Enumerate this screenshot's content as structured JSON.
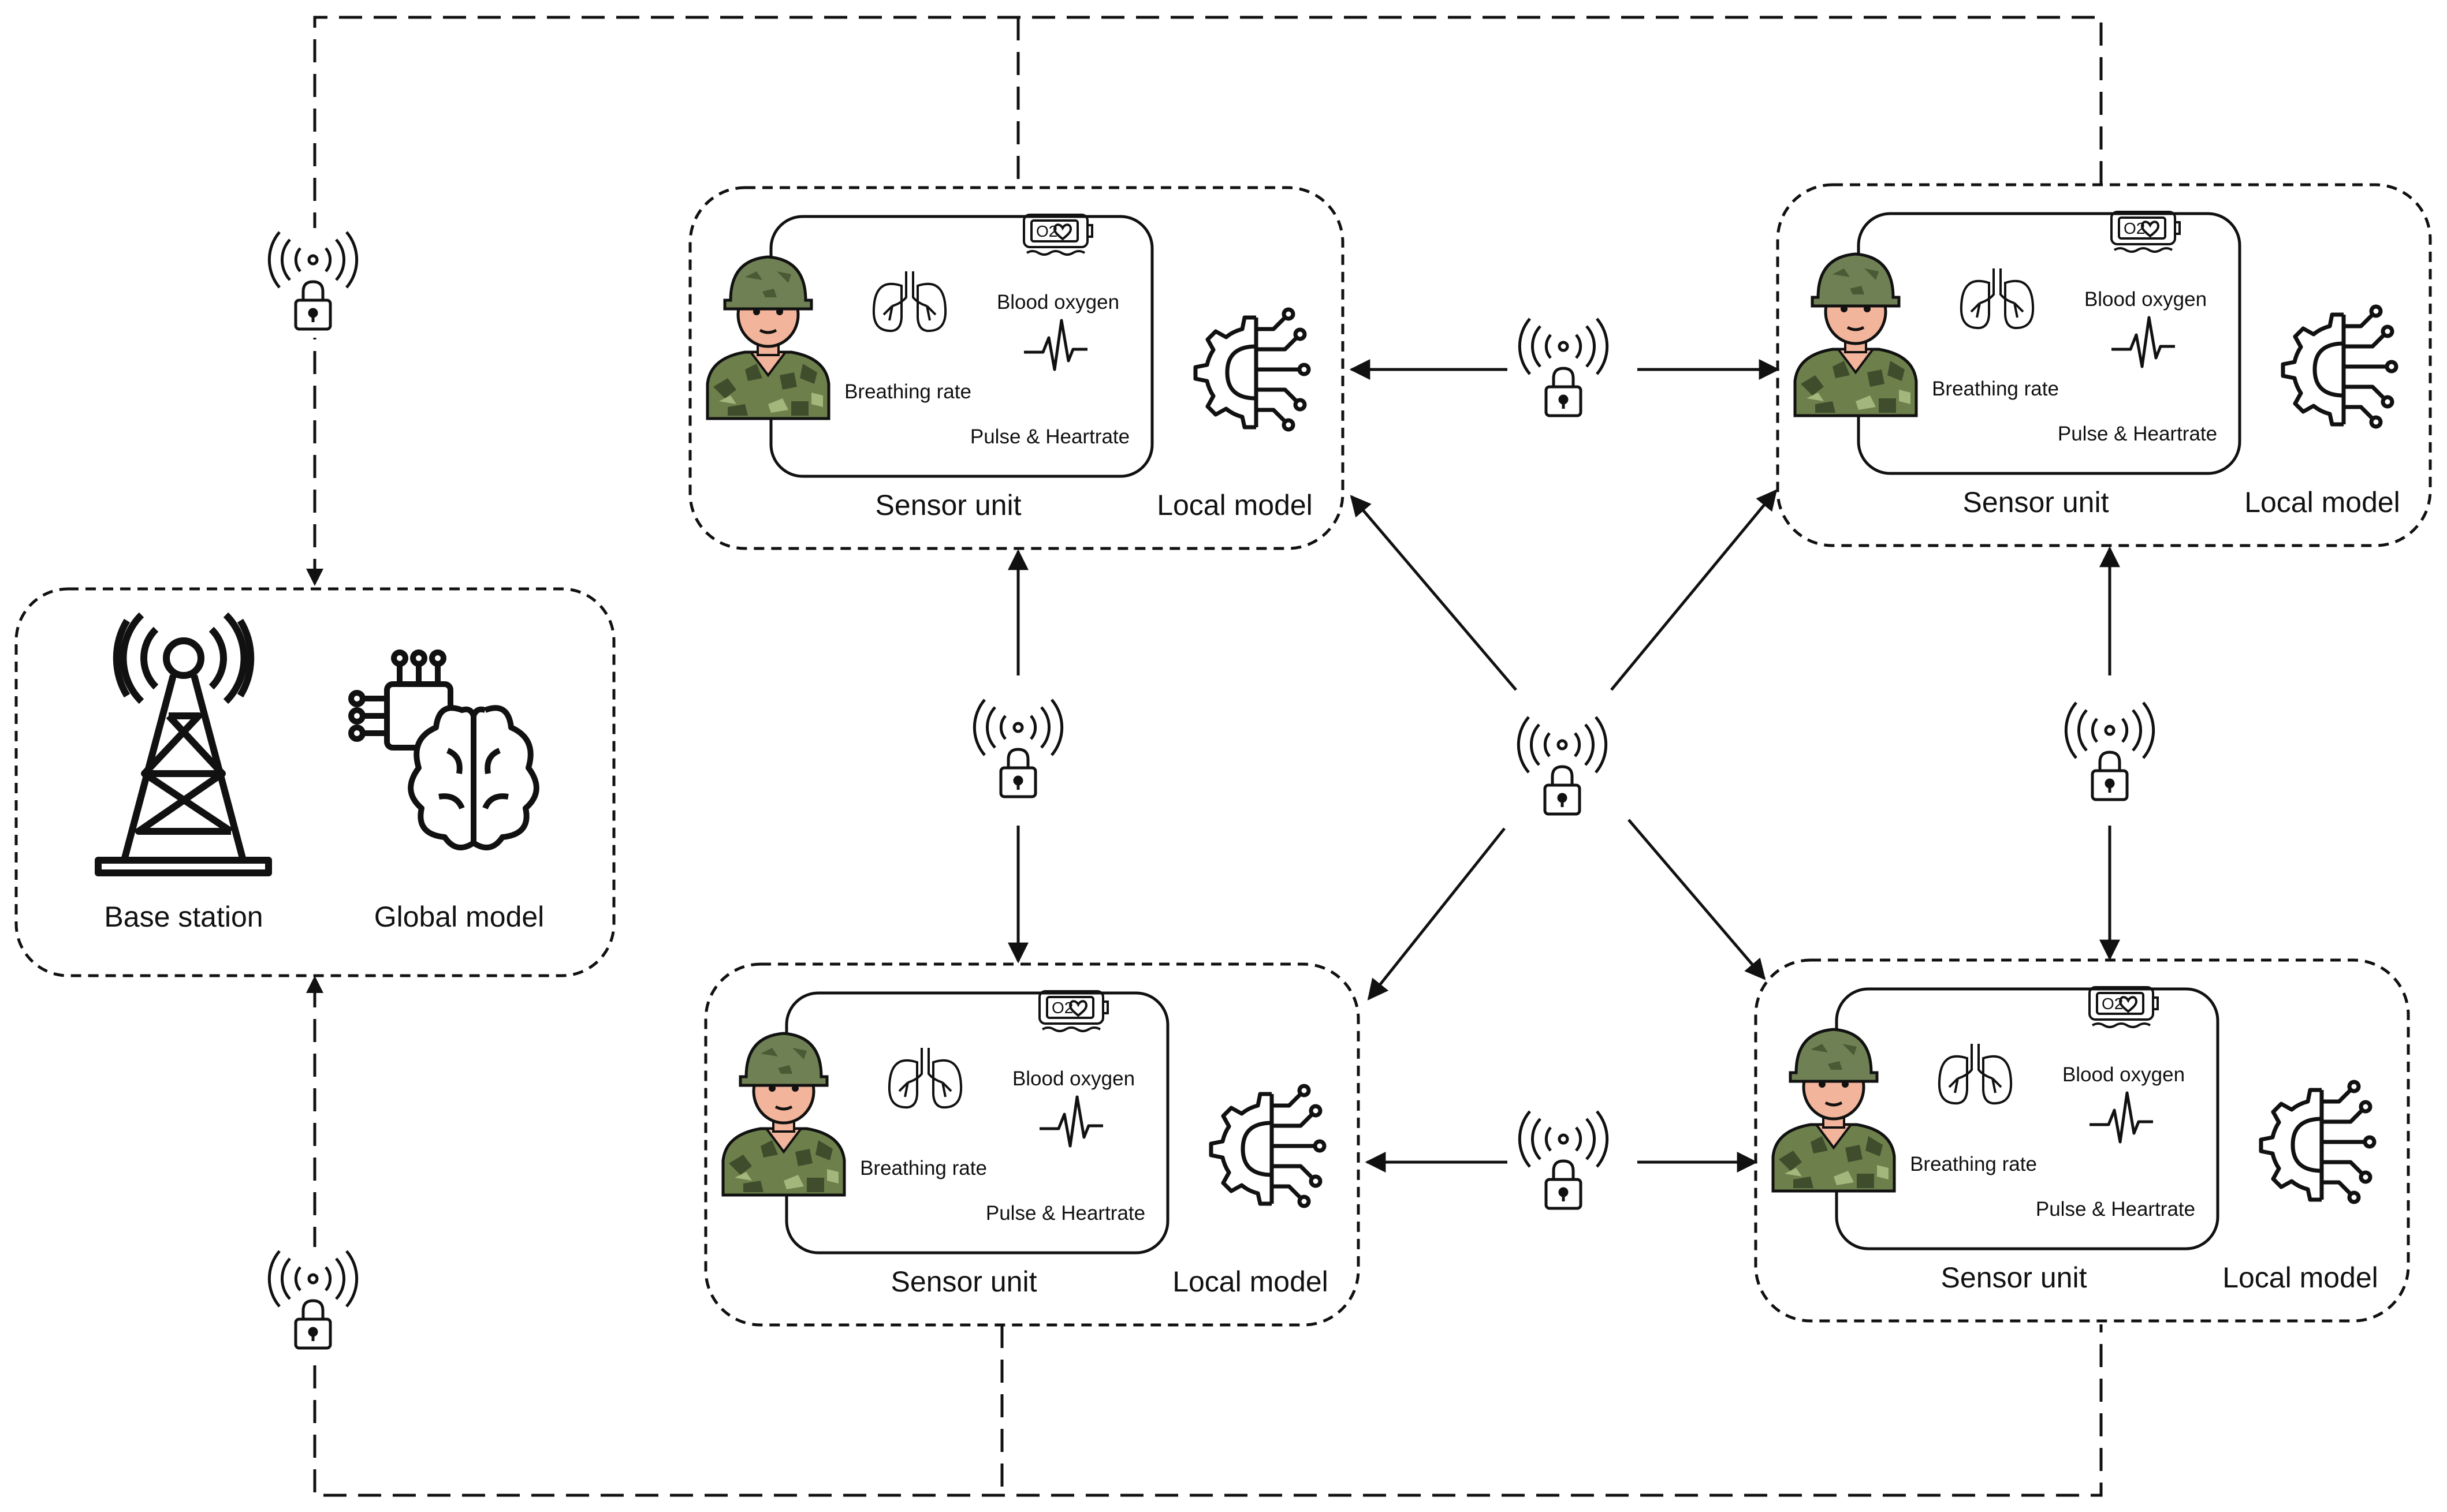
{
  "base_station": {
    "label": "Base station",
    "icons": [
      "radio-tower-icon",
      "ai-brain-chip-icon"
    ],
    "model_label": "Global model"
  },
  "nodes": [
    {
      "id": "top-left",
      "sensor_label": "Sensor unit",
      "model_label": "Local model",
      "metrics": {
        "breathing": "Breathing rate",
        "oxygen": "Blood oxygen",
        "pulse": "Pulse & Heartrate"
      }
    },
    {
      "id": "top-right",
      "sensor_label": "Sensor unit",
      "model_label": "Local model",
      "metrics": {
        "breathing": "Breathing rate",
        "oxygen": "Blood oxygen",
        "pulse": "Pulse & Heartrate"
      }
    },
    {
      "id": "bottom-left",
      "sensor_label": "Sensor unit",
      "model_label": "Local model",
      "metrics": {
        "breathing": "Breathing rate",
        "oxygen": "Blood oxygen",
        "pulse": "Pulse & Heartrate"
      }
    },
    {
      "id": "bottom-right",
      "sensor_label": "Sensor unit",
      "model_label": "Local model",
      "metrics": {
        "breathing": "Breathing rate",
        "oxygen": "Blood oxygen",
        "pulse": "Pulse & Heartrate"
      }
    }
  ],
  "icons": {
    "soldier": "soldier-avatar-icon",
    "lungs": "lungs-icon",
    "oximeter": "pulse-oximeter-icon",
    "pulse": "heartbeat-wave-icon",
    "gear_circuit": "gear-circuit-icon",
    "secure_wireless": "secure-wireless-icon"
  },
  "colors": {
    "line": "#111111",
    "helmet": "#6f8054",
    "camo_dark": "#4a5a34",
    "camo_light": "#8ea36a",
    "skin": "#f2b49a"
  }
}
